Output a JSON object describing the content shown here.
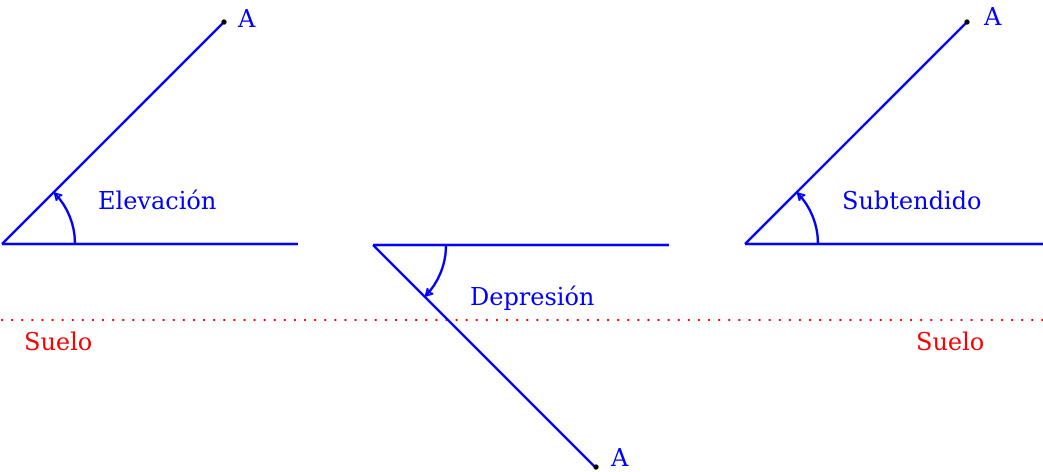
{
  "colors": {
    "lines": "#0000ff",
    "ground": "#ff0000",
    "point": "#000000"
  },
  "diagrams": [
    {
      "label": "Elevación",
      "point": "A"
    },
    {
      "label": "Depresión",
      "point": "A"
    },
    {
      "label": "Subtendido",
      "point": "A"
    }
  ],
  "ground": {
    "left_label": "Suelo",
    "right_label": "Suelo"
  }
}
